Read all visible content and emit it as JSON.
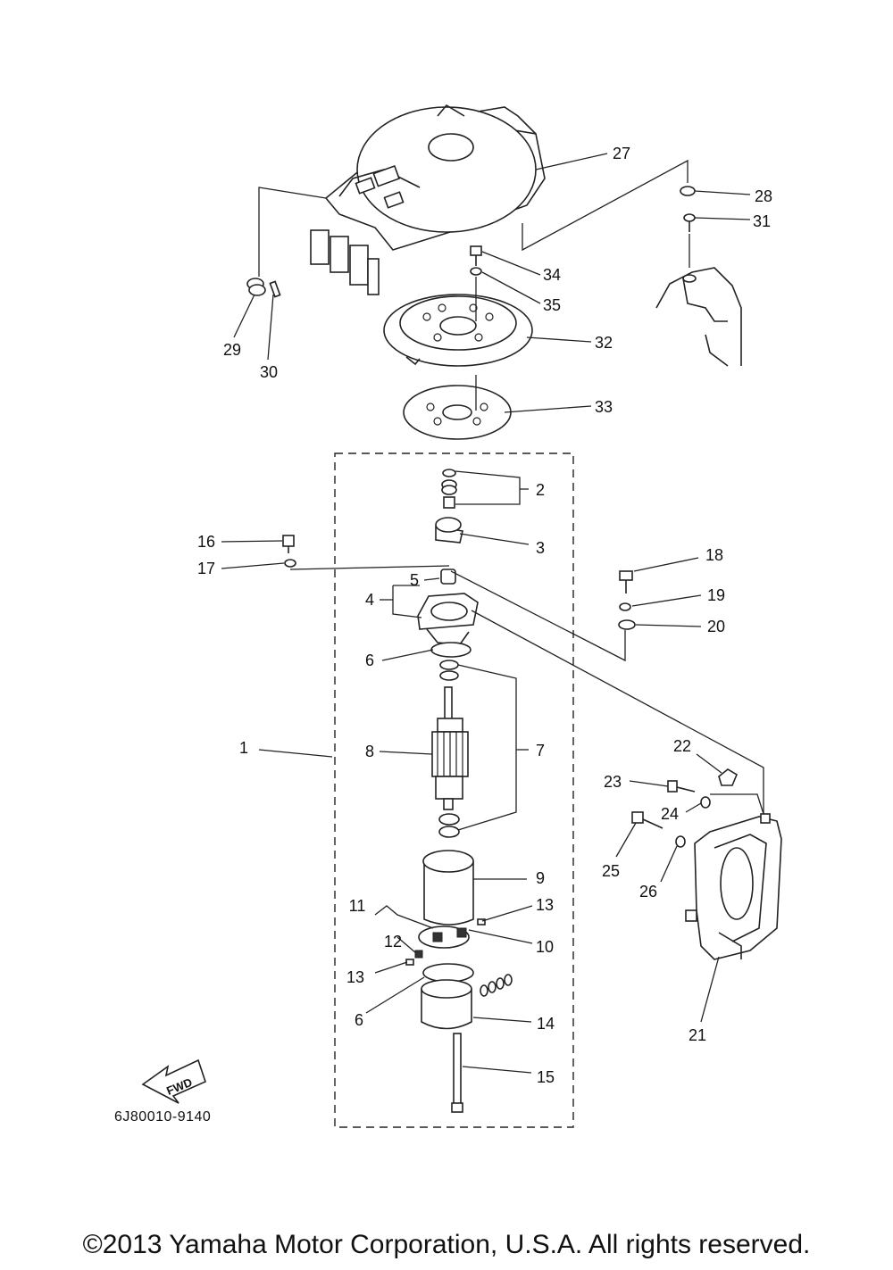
{
  "diagram": {
    "drawing_code": "6J80010-9140",
    "copyright": "©2013 Yamaha Motor Corporation, U.S.A. All rights reserved.",
    "fwd_label": "FWD",
    "callouts": {
      "c1": "1",
      "c2": "2",
      "c3": "3",
      "c4": "4",
      "c5": "5",
      "c6a": "6",
      "c6b": "6",
      "c7": "7",
      "c8": "8",
      "c9": "9",
      "c10": "10",
      "c11": "11",
      "c12": "12",
      "c13a": "13",
      "c13b": "13",
      "c14": "14",
      "c15": "15",
      "c16": "16",
      "c17": "17",
      "c18": "18",
      "c19": "19",
      "c20": "20",
      "c21": "21",
      "c22": "22",
      "c23": "23",
      "c24": "24",
      "c25": "25",
      "c26": "26",
      "c27": "27",
      "c28": "28",
      "c29": "29",
      "c30": "30",
      "c31": "31",
      "c32": "32",
      "c33": "33",
      "c34": "34",
      "c35": "35"
    }
  }
}
